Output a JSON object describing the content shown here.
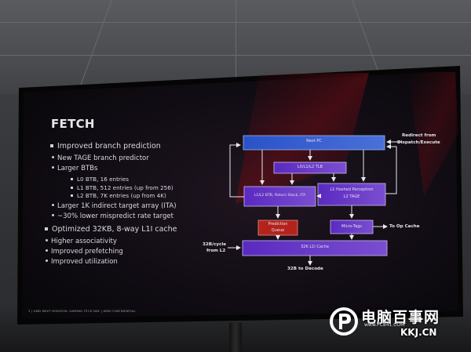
{
  "slide": {
    "title": "FETCH",
    "bullets": [
      {
        "level": 1,
        "text": "Improved branch prediction"
      },
      {
        "level": 2,
        "text": "New TAGE branch predictor"
      },
      {
        "level": 2,
        "text": "Larger BTBs"
      },
      {
        "level": 3,
        "text": "L0 BTB, 16 entries"
      },
      {
        "level": 3,
        "text": "L1 BTB, 512 entries (up from 256)"
      },
      {
        "level": 3,
        "text": "L2 BTB, 7K entries (up from 4K)"
      },
      {
        "level": 2,
        "text": "Larger 1K indirect target array (ITA)"
      },
      {
        "level": 2,
        "text": "~30% lower mispredict rate target"
      },
      {
        "level": 1,
        "text": "Optimized 32KB, 8-way L1I cache"
      },
      {
        "level": 2,
        "text": "Higher associativity"
      },
      {
        "level": 2,
        "text": "Improved prefetching"
      },
      {
        "level": 2,
        "text": "Improved utilization"
      }
    ],
    "footer": "3  |  AMD NEXT HORIZON: GAMING TECH DAY  |  AMD CONFIDENTIAL"
  },
  "diagram": {
    "next_pc": "Next PC",
    "tlb": "L0/L1/L2 TLB",
    "btb": "L1/L2 BTB, Return Stack, ITA",
    "perceptron_line1": "L1 Hashed Perceptron",
    "perceptron_line2": "L2 TAGE",
    "prediction_queue_line1": "Prediction",
    "prediction_queue_line2": "Queue",
    "micro_tags": "Micro-Tags",
    "l1i_cache": "32K L1I Cache",
    "redirect_line1": "Redirect from",
    "redirect_line2": "Dispatch/Execute",
    "to_op_cache": "To Op Cache",
    "from_l2_line1": "32B/cycle",
    "from_l2_line2": "from L2",
    "to_decode": "32B to Decode"
  },
  "watermark": {
    "title": "电脑百事网",
    "url": "www.PC841.COM",
    "alt_url": "KKJ.CN"
  },
  "colors": {
    "screen_bg": "#141018",
    "box_blue": "#3b5fc4",
    "box_purple": "#6a3fc2",
    "box_red": "#b3231c",
    "arrow": "#e8e8ee"
  }
}
